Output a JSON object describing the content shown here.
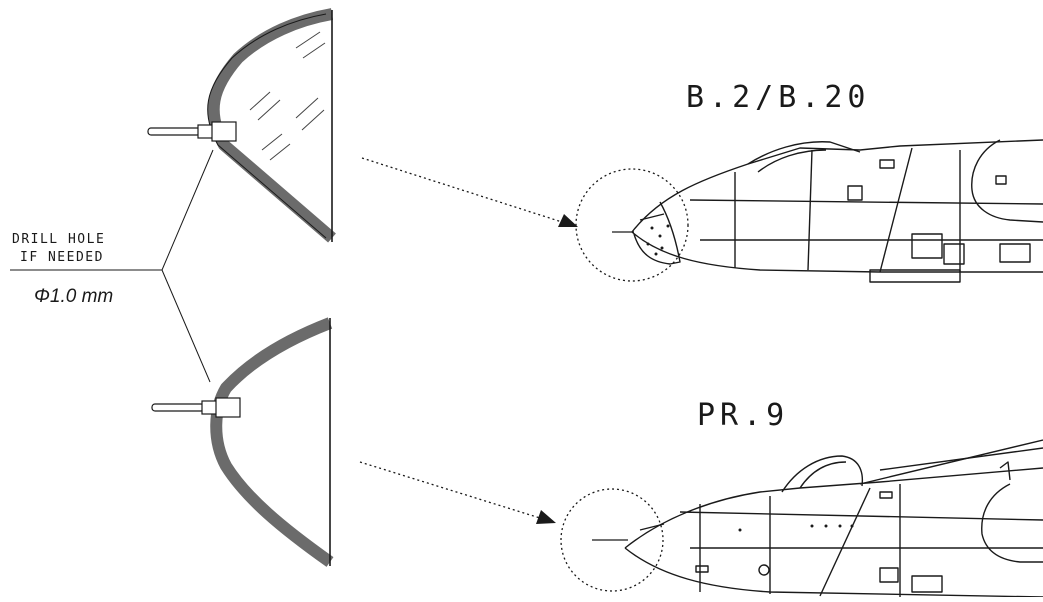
{
  "labels": {
    "variant_top": "B.2/B.20",
    "variant_bottom": "PR.9",
    "note_line1": "DRILL HOLE",
    "note_line2": "IF NEEDED",
    "dimension": "Φ1.0 mm"
  },
  "colors": {
    "ink": "#1a1a1a",
    "glazing_frame": "#6b6b6b",
    "paper": "#ffffff"
  }
}
